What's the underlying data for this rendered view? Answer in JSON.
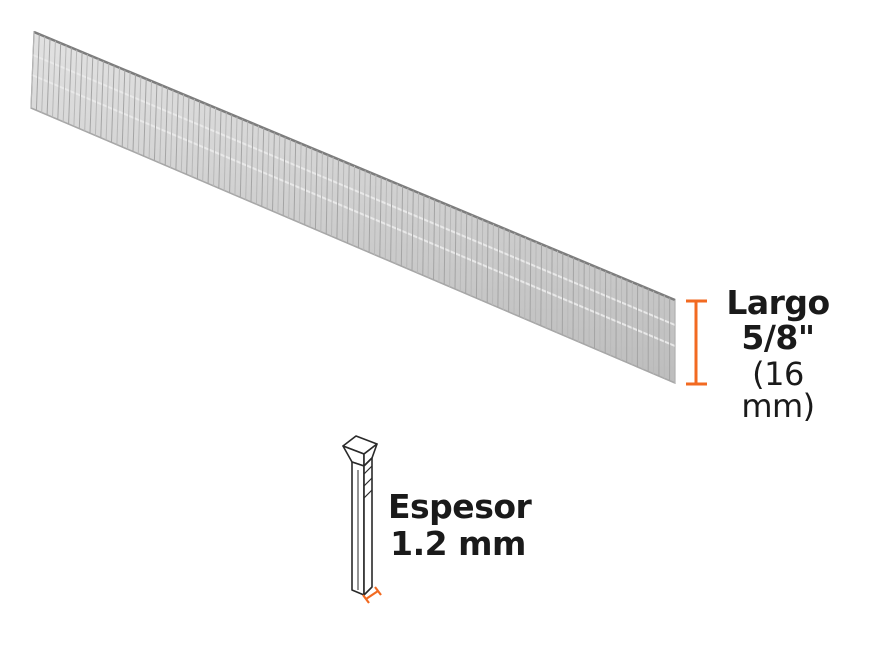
{
  "length": {
    "title": "Largo",
    "inches": "5/8\"",
    "mm": "(16 mm)"
  },
  "thickness": {
    "title": "Espesor",
    "value": "1.2 mm"
  },
  "colors": {
    "accent": "#f26a21",
    "strip_fill": "#d3d3d3",
    "strip_line": "#9a9a9a",
    "text": "#1a1a1a"
  },
  "icons": {
    "strip": "brad-nail-strip-icon",
    "nail": "single-brad-nail-icon"
  }
}
